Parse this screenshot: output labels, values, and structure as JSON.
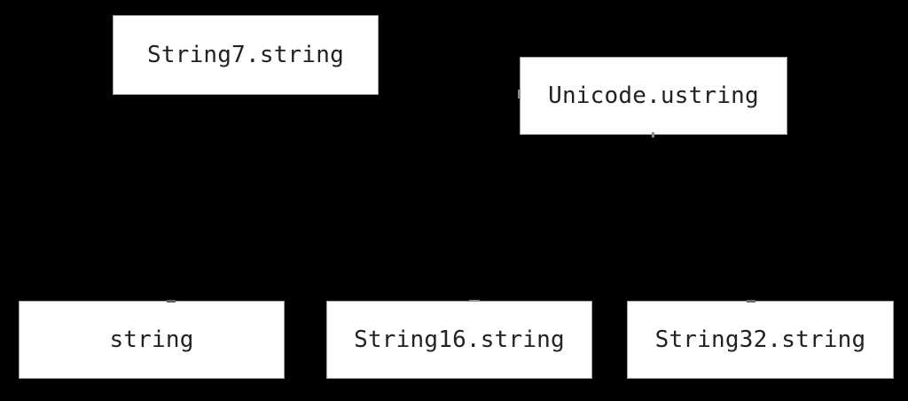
{
  "diagram": {
    "colors": {
      "background": "#000000",
      "node_fill": "#ffffff",
      "node_text": "#222222",
      "node_edge_rim": "#9c9c9c"
    },
    "nodes": [
      {
        "id": "string7",
        "label": "String7.string"
      },
      {
        "id": "unicode",
        "label": "Unicode.ustring"
      },
      {
        "id": "string",
        "label": "string"
      },
      {
        "id": "string16",
        "label": "String16.string"
      },
      {
        "id": "string32",
        "label": "String32.string"
      }
    ]
  }
}
